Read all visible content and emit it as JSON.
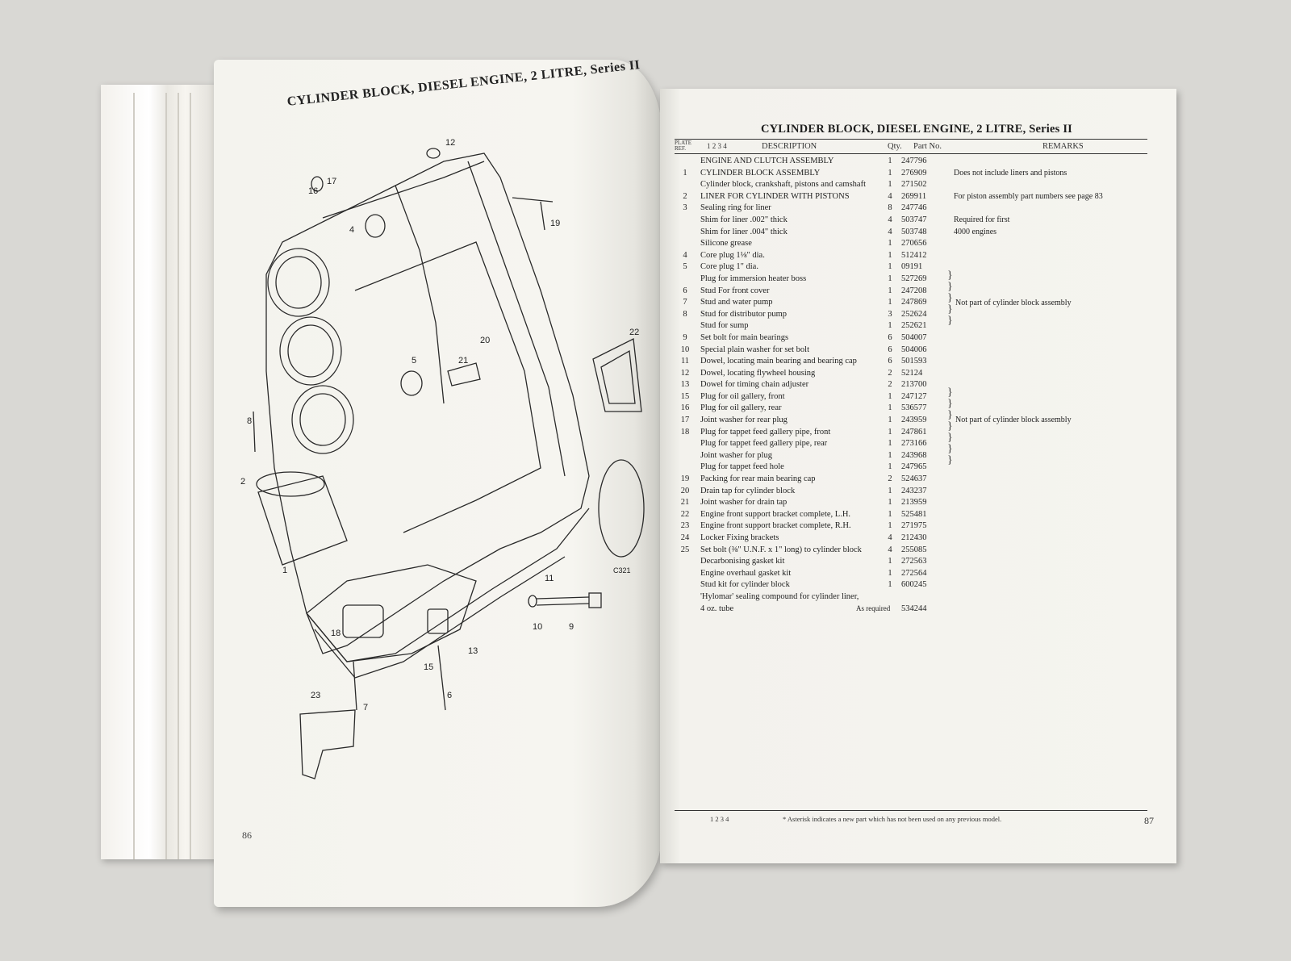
{
  "left_page": {
    "title": "CYLINDER BLOCK, DIESEL ENGINE, 2 LITRE, Series II",
    "page_number": "86",
    "plate_code": "C321",
    "callouts": [
      "1",
      "2",
      "4",
      "5",
      "6",
      "7",
      "8",
      "9",
      "10",
      "11",
      "12",
      "13",
      "15",
      "16",
      "17",
      "18",
      "19",
      "20",
      "21",
      "22",
      "23"
    ]
  },
  "right_page": {
    "title": "CYLINDER BLOCK, DIESEL ENGINE, 2 LITRE, Series II",
    "headers": {
      "plate_ref": "PLATE REF.",
      "models": "1 2 3 4",
      "description": "DESCRIPTION",
      "qty": "Qty.",
      "part_no": "Part No.",
      "remarks": "REMARKS"
    },
    "rows": [
      {
        "ref": "",
        "desc": "ENGINE AND CLUTCH ASSEMBLY",
        "qty": "1",
        "part": "247796",
        "remarks": ""
      },
      {
        "ref": "1",
        "desc": "CYLINDER BLOCK ASSEMBLY",
        "qty": "1",
        "part": "276909",
        "remarks": "Does not include liners and pistons"
      },
      {
        "ref": "",
        "desc": "Cylinder block, crankshaft, pistons and camshaft",
        "qty": "1",
        "part": "271502",
        "remarks": ""
      },
      {
        "ref": "2",
        "desc": "LINER FOR CYLINDER WITH PISTONS",
        "qty": "4",
        "part": "269911",
        "remarks": "For piston assembly part numbers see page 83"
      },
      {
        "ref": "3",
        "desc": "Sealing ring for liner",
        "qty": "8",
        "part": "247746",
        "remarks": ""
      },
      {
        "ref": "",
        "desc": "Shim for liner .002\" thick",
        "qty": "4",
        "part": "503747",
        "remarks": "Required for first"
      },
      {
        "ref": "",
        "desc": "Shim for liner .004\" thick",
        "qty": "4",
        "part": "503748",
        "remarks": "4000 engines"
      },
      {
        "ref": "",
        "desc": "Silicone grease",
        "qty": "1",
        "part": "270656",
        "remarks": ""
      },
      {
        "ref": "4",
        "desc": "Core plug 1⅛\" dia.",
        "qty": "1",
        "part": "512412",
        "remarks": ""
      },
      {
        "ref": "5",
        "desc": "Core plug 1\" dia.",
        "qty": "1",
        "part": "09191",
        "remarks": ""
      },
      {
        "ref": "",
        "desc": "Plug for immersion heater boss",
        "qty": "1",
        "part": "527269",
        "remarks": ""
      },
      {
        "ref": "6",
        "desc": "Stud   For front cover",
        "qty": "1",
        "part": "247208",
        "remarks": ""
      },
      {
        "ref": "7",
        "desc": "Stud   and water pump",
        "qty": "1",
        "part": "247869",
        "remarks": ""
      },
      {
        "ref": "8",
        "desc": "Stud for distributor pump",
        "qty": "3",
        "part": "252624",
        "remarks": ""
      },
      {
        "ref": "",
        "desc": "Stud for sump",
        "qty": "1",
        "part": "252621",
        "remarks": ""
      },
      {
        "ref": "9",
        "desc": "Set bolt for main bearings",
        "qty": "6",
        "part": "504007",
        "remarks": ""
      },
      {
        "ref": "10",
        "desc": "Special plain washer for set bolt",
        "qty": "6",
        "part": "504006",
        "remarks": ""
      },
      {
        "ref": "11",
        "desc": "Dowel, locating main bearing and bearing cap",
        "qty": "6",
        "part": "501593",
        "remarks": ""
      },
      {
        "ref": "12",
        "desc": "Dowel, locating flywheel housing",
        "qty": "2",
        "part": "52124",
        "remarks": ""
      },
      {
        "ref": "13",
        "desc": "Dowel for timing chain adjuster",
        "qty": "2",
        "part": "213700",
        "remarks": ""
      },
      {
        "ref": "15",
        "desc": "Plug for oil gallery, front",
        "qty": "1",
        "part": "247127",
        "remarks": ""
      },
      {
        "ref": "16",
        "desc": "Plug for oil gallery, rear",
        "qty": "1",
        "part": "536577",
        "remarks": ""
      },
      {
        "ref": "17",
        "desc": "Joint washer for rear plug",
        "qty": "1",
        "part": "243959",
        "remarks": ""
      },
      {
        "ref": "18",
        "desc": "Plug for tappet feed gallery pipe, front",
        "qty": "1",
        "part": "247861",
        "remarks": ""
      },
      {
        "ref": "",
        "desc": "Plug for tappet feed gallery pipe, rear",
        "qty": "1",
        "part": "273166",
        "remarks": ""
      },
      {
        "ref": "",
        "desc": "Joint washer for plug",
        "qty": "1",
        "part": "243968",
        "remarks": ""
      },
      {
        "ref": "",
        "desc": "Plug for tappet feed hole",
        "qty": "1",
        "part": "247965",
        "remarks": ""
      },
      {
        "ref": "19",
        "desc": "Packing for rear main bearing cap",
        "qty": "2",
        "part": "524637",
        "remarks": ""
      },
      {
        "ref": "20",
        "desc": "Drain tap for cylinder block",
        "qty": "1",
        "part": "243237",
        "remarks": ""
      },
      {
        "ref": "21",
        "desc": "Joint washer for drain tap",
        "qty": "1",
        "part": "213959",
        "remarks": ""
      },
      {
        "ref": "22",
        "desc": "Engine front support bracket complete, L.H.",
        "qty": "1",
        "part": "525481",
        "remarks": ""
      },
      {
        "ref": "23",
        "desc": "Engine front support bracket complete, R.H.",
        "qty": "1",
        "part": "271975",
        "remarks": ""
      },
      {
        "ref": "24",
        "desc": "Locker                         Fixing brackets",
        "qty": "4",
        "part": "212430",
        "remarks": ""
      },
      {
        "ref": "25",
        "desc": "Set bolt (⅜\" U.N.F. x 1\" long) to cylinder block",
        "qty": "4",
        "part": "255085",
        "remarks": ""
      },
      {
        "ref": "",
        "desc": "Decarbonising gasket kit",
        "qty": "1",
        "part": "272563",
        "remarks": ""
      },
      {
        "ref": "",
        "desc": "Engine overhaul gasket kit",
        "qty": "1",
        "part": "272564",
        "remarks": ""
      },
      {
        "ref": "",
        "desc": "Stud kit for cylinder block",
        "qty": "1",
        "part": "600245",
        "remarks": ""
      },
      {
        "ref": "",
        "desc": "'Hylomar' sealing compound for cylinder liner,",
        "qty": "",
        "part": "",
        "remarks": ""
      },
      {
        "ref": "",
        "desc": "4 oz. tube",
        "qty": "As required",
        "part": "534244",
        "remarks": ""
      }
    ],
    "group_note_1": "Not part of cylinder block assembly",
    "group_note_2": "Not part of cylinder block assembly",
    "footer_models": "1 2 3 4",
    "footer_note": "* Asterisk indicates a new part which has not been used on any previous model.",
    "page_number": "87"
  }
}
